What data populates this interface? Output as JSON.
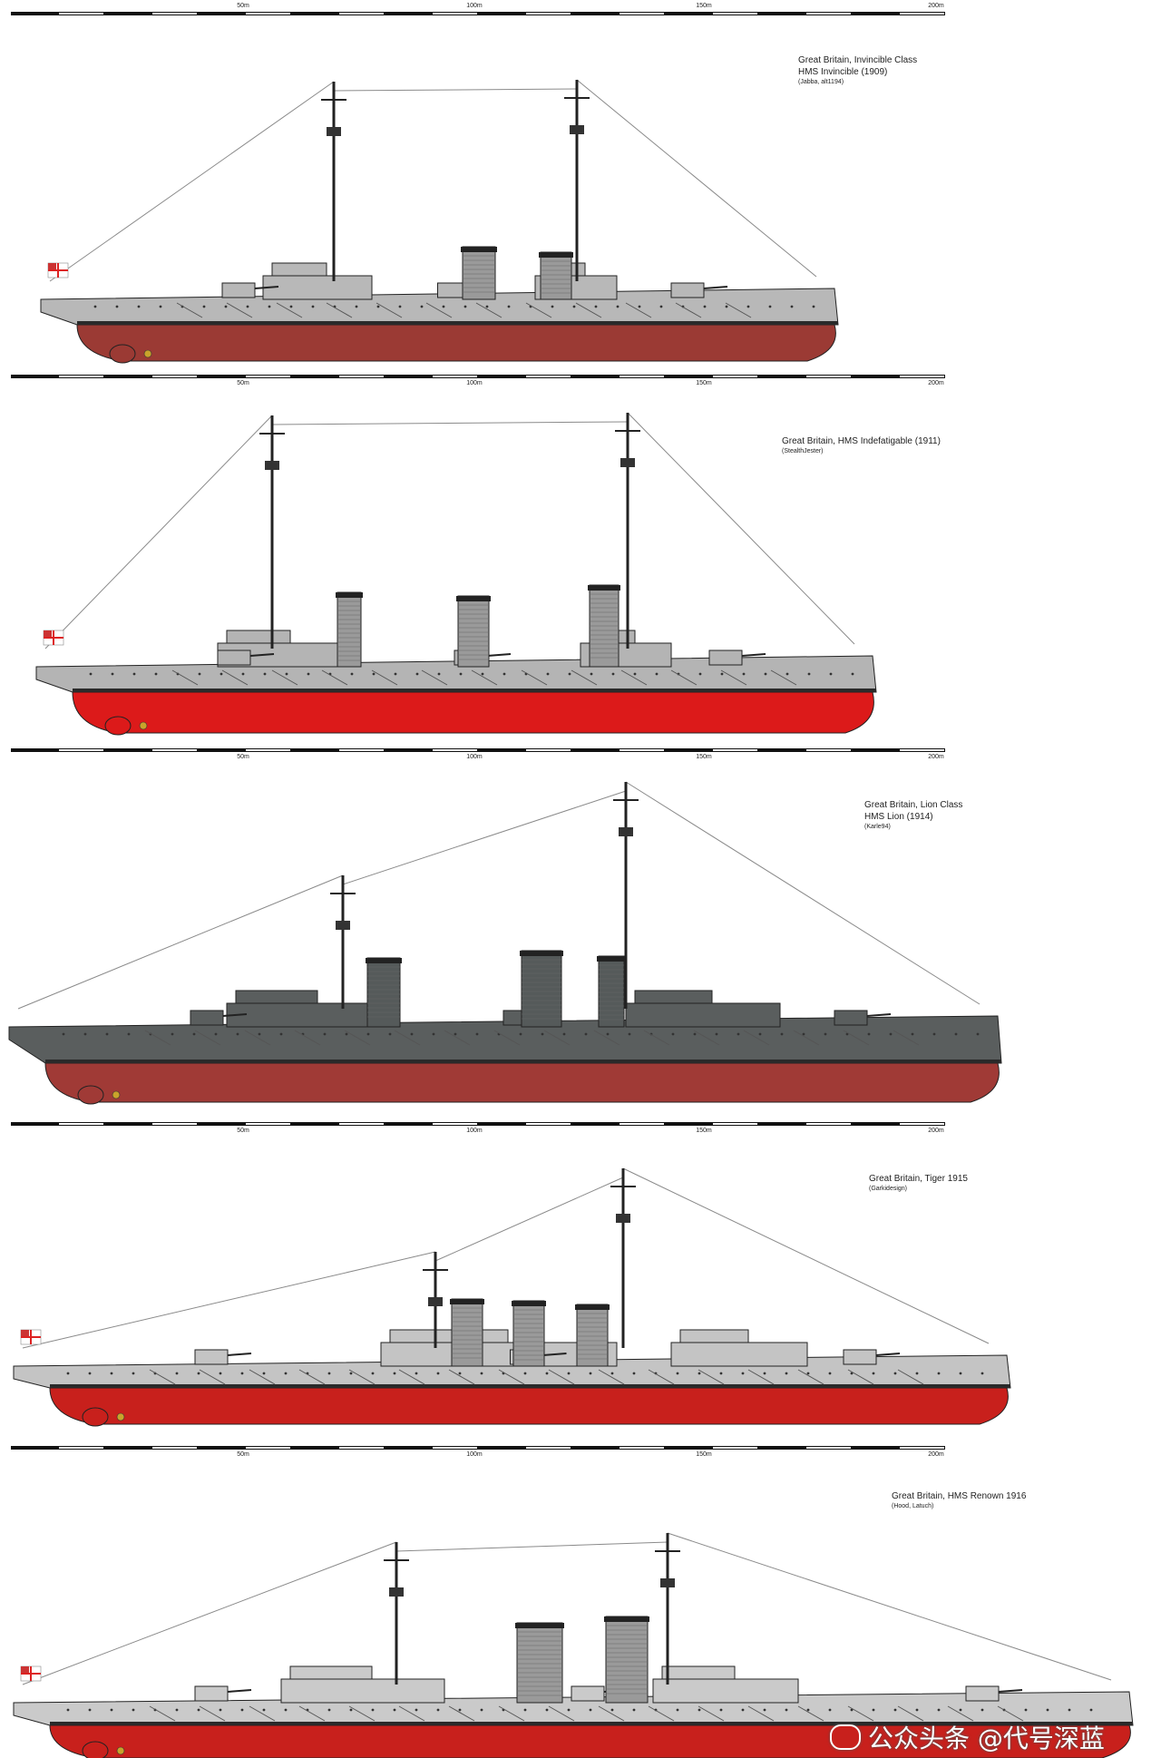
{
  "scale_ticks": [
    "50m",
    "100m",
    "150m",
    "200m"
  ],
  "ships": [
    {
      "title": "Great Britain, Invincible Class",
      "name": "HMS Invincible (1909)",
      "credit": "(Jabba, alt1194)",
      "hull_color": "#9b3a34",
      "upper_color": "#b8b8b8"
    },
    {
      "title": "Great Britain, HMS Indefatigable (1911)",
      "name": "",
      "credit": "(StealthJester)",
      "hull_color": "#dc1a1a",
      "upper_color": "#b4b4b4"
    },
    {
      "title": "Great Britain, Lion Class",
      "name": "HMS Lion (1914)",
      "credit": "(Karle94)",
      "hull_color": "#a03a36",
      "upper_color": "#5a5e5e"
    },
    {
      "title": "Great Britain, Tiger 1915",
      "name": "",
      "credit": "(Garkidesign)",
      "hull_color": "#c8201c",
      "upper_color": "#c4c4c4"
    },
    {
      "title": "Great Britain, HMS Renown 1916",
      "name": "",
      "credit": "(Hood, Latuch)",
      "hull_color": "#c8201c",
      "upper_color": "#cacaca"
    }
  ],
  "watermark": {
    "text": "公众头条 @代号深蓝",
    "icon": "wechat-icon"
  }
}
